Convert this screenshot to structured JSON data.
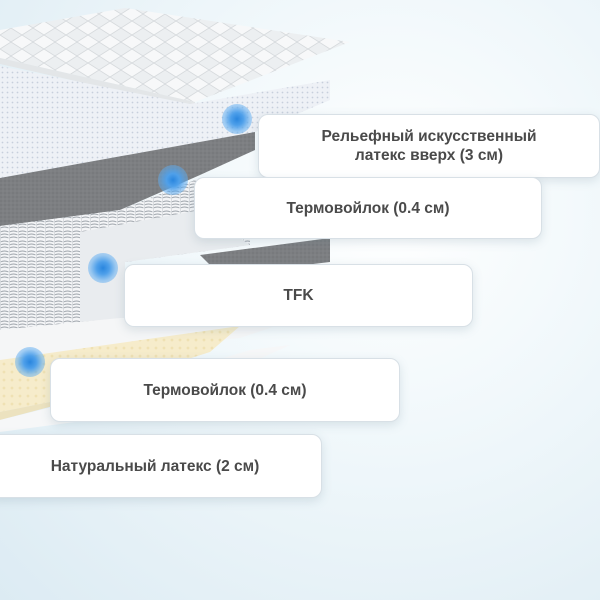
{
  "layers": [
    {
      "label": "Рельефный искусственный\nлатекс вверх (3 см)"
    },
    {
      "label": "Термовойлок (0.4 см)"
    },
    {
      "label": "TFK"
    },
    {
      "label": "Термовойлок (0.4 см)"
    },
    {
      "label": "Натуральный латекс (2 см)"
    }
  ],
  "colors": {
    "accent_dot": "#3a93e4",
    "felt_gray": "#7d7f82",
    "latex_yellow": "#f6eccb",
    "callout_text": "#4a4a4a"
  }
}
